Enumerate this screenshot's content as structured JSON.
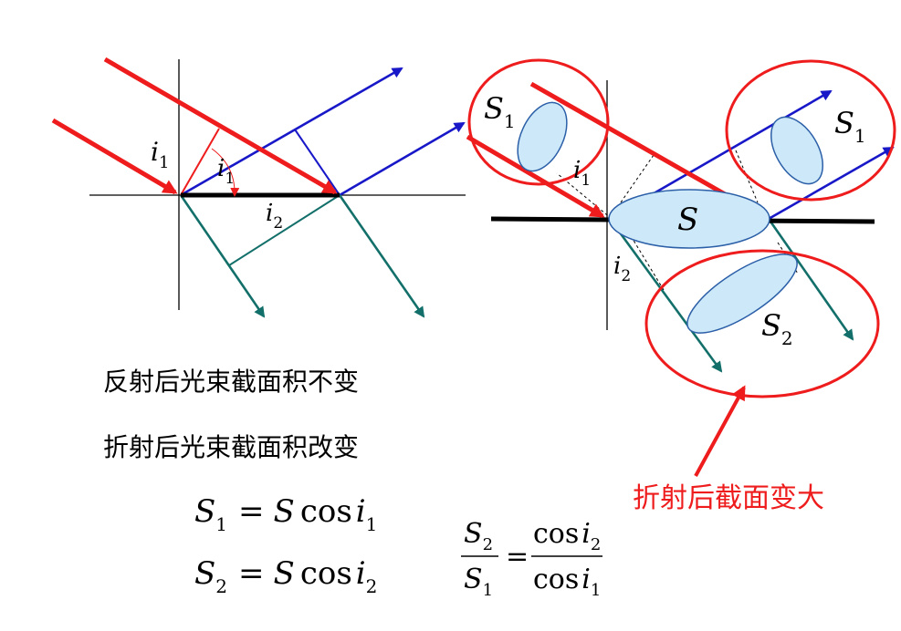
{
  "colors": {
    "incident": "#ee1c1c",
    "reflected": "#1818c8",
    "refracted": "#136f6a",
    "surface": "#000000",
    "ellipse_fill": "#cde8f8",
    "ellipse_stroke": "#2b5fa8",
    "annotation": "#ee1c1c"
  },
  "left_diagram": {
    "i1": "i",
    "i1_sub": "1",
    "i1_inner": "i",
    "i1_inner_sub": "1",
    "i2": "i",
    "i2_sub": "2"
  },
  "right_diagram": {
    "S1_top_left": "S",
    "S1_top_left_sub": "1",
    "S1_top_right": "S",
    "S1_top_right_sub": "1",
    "S_center": "S",
    "S2": "S",
    "S2_sub": "2",
    "i1": "i",
    "i1_sub": "1",
    "i2": "i",
    "i2_sub": "2"
  },
  "notes": {
    "reflection": "反射后光束截面积不变",
    "refraction": "折射后光束截面积改变",
    "callout": "折射后截面变大"
  },
  "formulas": {
    "f1": {
      "lhs": "S",
      "lhs_sub": "1",
      "eq": "=",
      "rhs_s": "S",
      "cos": "cos",
      "var": "i",
      "var_sub": "1"
    },
    "f2": {
      "lhs": "S",
      "lhs_sub": "2",
      "eq": "=",
      "rhs_s": "S",
      "cos": "cos",
      "var": "i",
      "var_sub": "2"
    },
    "ratio": {
      "num_s": "S",
      "num_sub": "2",
      "den_s": "S",
      "den_sub": "1",
      "eq": "=",
      "rnum_cos": "cos",
      "rnum_i": "i",
      "rnum_sub": "2",
      "rden_cos": "cos",
      "rden_i": "i",
      "rden_sub": "1"
    }
  }
}
